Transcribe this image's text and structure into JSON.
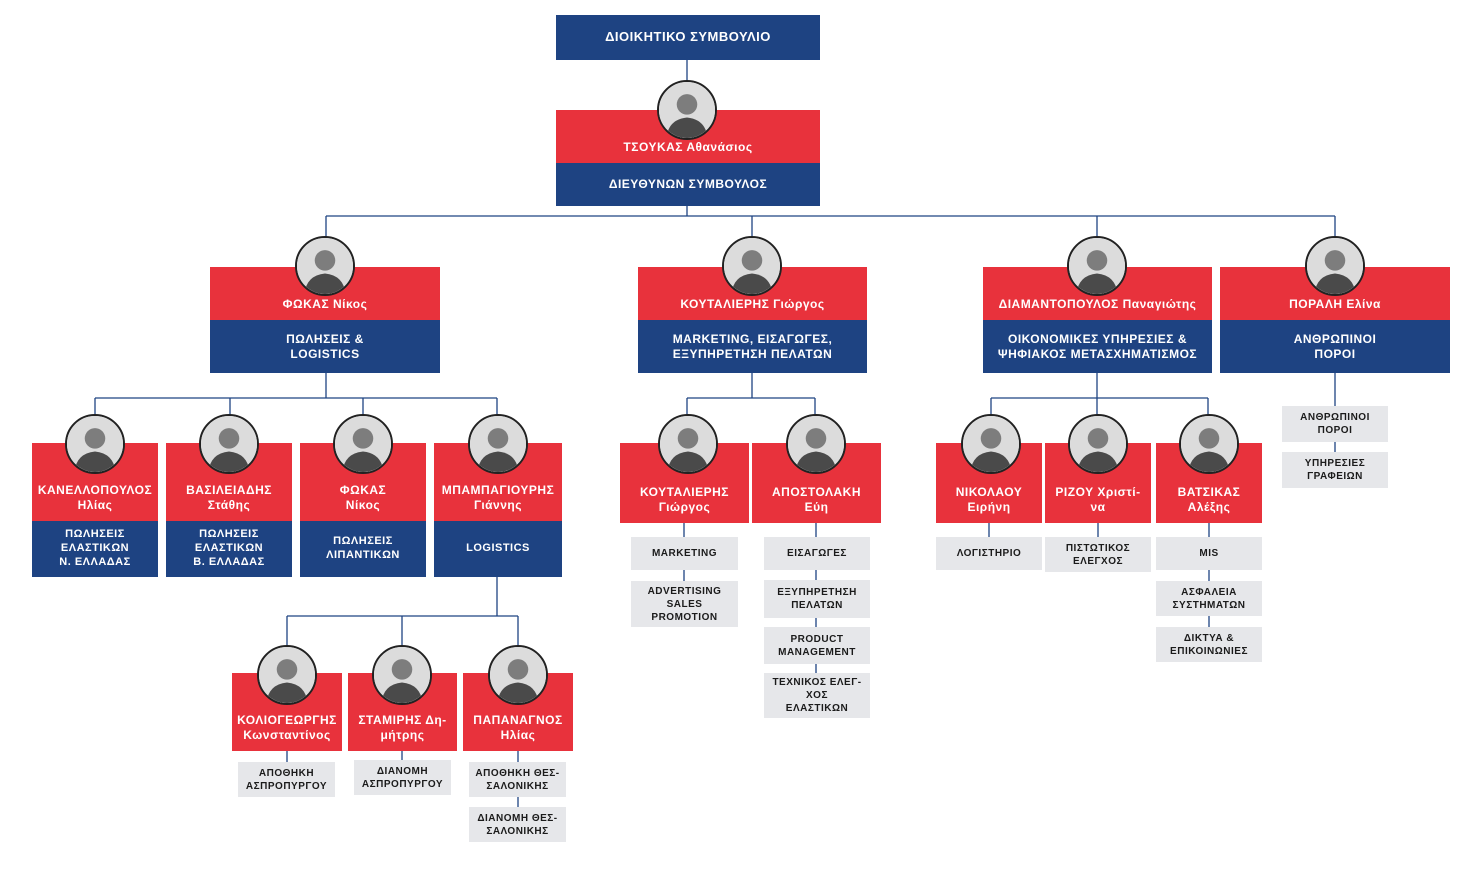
{
  "board": {
    "label": "ΔΙΟΙΚΗΤΙΚΟ ΣΥΜΒΟΥΛΙΟ"
  },
  "ceo": {
    "name": "ΤΣΟΥΚΑΣ Αθανάσιος",
    "title": "ΔΙΕΥΘΥΝΩΝ ΣΥΜΒΟΥΛΟΣ",
    "photo_icon": "person-photo-icon"
  },
  "directors": [
    {
      "name": "ΦΩΚΑΣ Νίκος",
      "dept": "ΠΩΛΗΣΕΙΣ &\nLOGISTICS"
    },
    {
      "name": "ΚΟΥΤΑΛΙΕΡΗΣ Γιώργος",
      "dept": "MARKETING, ΕΙΣΑΓΩΓΕΣ,\nΕΞΥΠΗΡΕΤΗΣΗ ΠΕΛΑΤΩΝ"
    },
    {
      "name": "ΔΙΑΜΑΝΤΟΠΟΥΛΟΣ Παναγιώτης",
      "dept": "ΟΙΚΟΝΟΜΙΚΕΣ  ΥΠΗΡΕΣΙΕΣ &\nΨΗΦΙΑΚΟΣ ΜΕΤΑΣΧΗΜΑΤΙΣΜΟΣ"
    },
    {
      "name": "ΠΟΡΑΛΗ Ελίνα",
      "dept": "ΑΝΘΡΩΠΙΝΟΙ\nΠΟΡΟΙ"
    }
  ],
  "sales_managers": [
    {
      "name": "ΚΑΝΕΛΛΟΠΟΥΛΟΣ\nΗλίας",
      "dept": "ΠΩΛΗΣΕΙΣ\nΕΛΑΣΤΙΚΩΝ\nΝ. ΕΛΛΑΔΑΣ"
    },
    {
      "name": "ΒΑΣΙΛΕΙΑΔΗΣ\nΣτάθης",
      "dept": "ΠΩΛΗΣΕΙΣ\nΕΛΑΣΤΙΚΩΝ\nΒ. ΕΛΛΑΔΑΣ"
    },
    {
      "name": "ΦΩΚΑΣ\nΝίκος",
      "dept": "ΠΩΛΗΣΕΙΣ\nΛΙΠΑΝΤΙΚΩΝ"
    },
    {
      "name": "ΜΠΑΜΠΑΓΙΟΥΡΗΣ\nΓιάννης",
      "dept": "LOGISTICS"
    }
  ],
  "logistics_team": [
    {
      "name": "ΚΟΛΙΟΓΕΩΡΓΗΣ\nΚωνσταντίνος",
      "units": [
        "ΑΠΟΘΗΚΗ\nΑΣΠΡΟΠΥΡΓΟΥ"
      ]
    },
    {
      "name": "ΣΤΑΜΙΡΗΣ Δη-\nμήτρης",
      "units": [
        "ΔΙΑΝΟΜΗ\nΑΣΠΡΟΠΥΡΓΟΥ"
      ]
    },
    {
      "name": "ΠΑΠΑΝΑΓΝΟΣ\nΗλίας",
      "units": [
        "ΑΠΟΘΗΚΗ ΘΕΣ-\nΣΑΛΟΝΙΚΗΣ",
        "ΔΙΑΝΟΜΗ ΘΕΣ-\nΣΑΛΟΝΙΚΗΣ"
      ]
    }
  ],
  "marketing_team": [
    {
      "name": "ΚΟΥΤΑΛΙΕΡΗΣ\nΓιώργος",
      "units": [
        "MARKETING",
        "ADVERTISING\nSALES\nPROMOTION"
      ]
    },
    {
      "name": "ΑΠΟΣΤΟΛΑΚΗ\nΕύη",
      "units": [
        "ΕΙΣΑΓΩΓΕΣ",
        "ΕΞΥΠΗΡΕΤΗΣΗ\nΠΕΛΑΤΩΝ",
        "PRODUCT\nMANAGEMENT",
        "ΤΕΧΝΙΚΟΣ ΕΛΕΓ-\nΧΟΣ\nΕΛΑΣΤΙΚΩΝ"
      ]
    }
  ],
  "finance_team": [
    {
      "name": "ΝΙΚΟΛΑΟΥ\nΕιρήνη",
      "units": [
        "ΛΟΓΙΣΤΗΡΙΟ"
      ]
    },
    {
      "name": "ΡΙΖΟΥ Χριστί-\nνα",
      "units": [
        "ΠΙΣΤΩΤΙΚΟΣ\nΕΛΕΓΧΟΣ"
      ]
    },
    {
      "name": "ΒΑΤΣΙΚΑΣ\nΑλέξης",
      "units": [
        "MIS",
        "ΑΣΦΑΛΕΙΑ\nΣΥΣΤΗΜΑΤΩΝ",
        "ΔΙΚΤΥΑ &\nΕΠΙΚΟΙΝΩΝΙΕΣ"
      ]
    }
  ],
  "hr_units": [
    "ΑΝΘΡΩΠΙΝΟΙ\nΠΟΡΟΙ",
    "ΥΠΗΡΕΣΙΕΣ\nΓΡΑΦΕΙΩΝ"
  ],
  "colors": {
    "blue": "#1e4382",
    "red": "#e8323c",
    "grey": "#e6e7ea",
    "line": "#1e4382"
  }
}
